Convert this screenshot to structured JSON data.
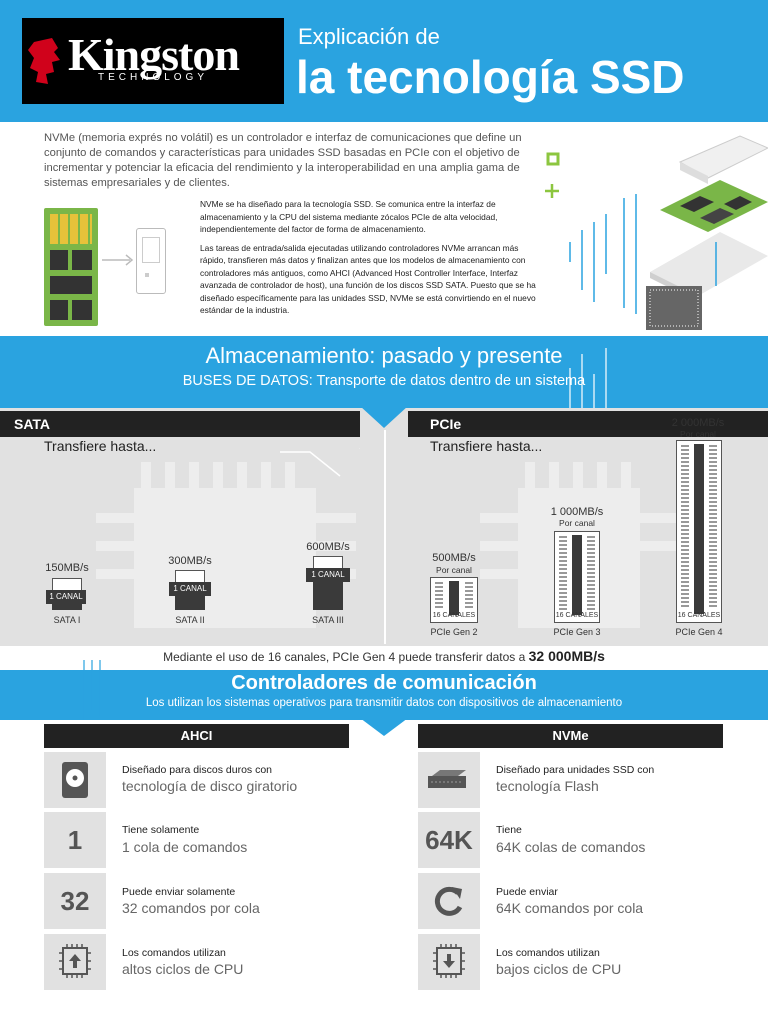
{
  "header": {
    "logo_text": "Kingston",
    "logo_sub": "TECHNOLOGY",
    "kicker": "Explicación de",
    "title": "la tecnología SSD"
  },
  "intro": {
    "lead": "NVMe (memoria exprés no volátil) es un controlador e interfaz de comunicaciones que define un conjunto de comandos y características para unidades SSD basadas en PCIe con el objetivo de incrementar y potenciar la eficacia del rendimiento y la interoperabilidad en una amplia gama de sistemas empresariales y de clientes.",
    "p1": "NVMe se ha diseñado para la tecnología SSD. Se comunica entre la interfaz de almacenamiento y la CPU del sistema mediante zócalos PCIe de alta velocidad, independientemente del factor de forma de almacenamiento.",
    "p2": "Las tareas de entrada/salida ejecutadas utilizando controladores NVMe arrancan más rápido, transfieren más datos y finalizan antes que los modelos de almacenamiento con controladores más antiguos, como AHCI (Advanced Host Controller Interface, Interfaz avanzada de controlador de host), una función de los discos SSD SATA. Puesto que se ha diseñado específicamente para las unidades SSD, NVMe se está convirtiendo en el nuevo estándar de la industria."
  },
  "storage": {
    "title": "Almacenamiento: pasado y presente",
    "subtitle": "BUSES DE DATOS: Transporte de datos dentro de un sistema",
    "sata": {
      "label": "SATA",
      "transfer": "Transfiere hasta...",
      "items": [
        {
          "speed": "150MB/s",
          "channel": "1 CANAL",
          "name": "SATA I"
        },
        {
          "speed": "300MB/s",
          "channel": "1 CANAL",
          "name": "SATA II"
        },
        {
          "speed": "600MB/s",
          "channel": "1 CANAL",
          "name": "SATA III"
        }
      ]
    },
    "pcie": {
      "label": "PCIe",
      "transfer": "Transfiere hasta...",
      "items": [
        {
          "speed": "500MB/s",
          "per": "Por canal",
          "channels": "16 CANALES",
          "name": "PCIe Gen 2"
        },
        {
          "speed": "1 000MB/s",
          "per": "Por canal",
          "channels": "16 CANALES",
          "name": "PCIe Gen 3"
        },
        {
          "speed": "2 000MB/s",
          "per": "Por canal",
          "channels": "16 CANALES",
          "name": "PCIe Gen 4"
        }
      ]
    },
    "note_text": "Mediante el uso de 16 canales, PCIe Gen 4 puede transferir datos a ",
    "note_value": "32 000MB/s"
  },
  "controllers": {
    "title": "Controladores de comunicación",
    "subtitle": "Los utilizan los sistemas operativos para transmitir datos con dispositivos de almacenamiento",
    "ahci": {
      "header": "AHCI",
      "rows": [
        {
          "tile": "",
          "icon": "hard-disk-icon",
          "label": "Diseñado para discos duros con",
          "value": "tecnología de disco giratorio"
        },
        {
          "tile": "1",
          "icon": "",
          "label": "Tiene solamente",
          "value": "1 cola de comandos"
        },
        {
          "tile": "32",
          "icon": "",
          "label": "Puede enviar solamente",
          "value": "32 comandos por cola"
        },
        {
          "tile": "",
          "icon": "cpu-up-icon",
          "label": "Los comandos utilizan",
          "value": "altos ciclos de CPU"
        }
      ]
    },
    "nvme": {
      "header": "NVMe",
      "rows": [
        {
          "tile": "",
          "icon": "ssd-icon",
          "label": "Diseñado para unidades SSD con",
          "value": "tecnología Flash"
        },
        {
          "tile": "64K",
          "icon": "",
          "label": "Tiene",
          "value": "64K colas de comandos"
        },
        {
          "tile": "",
          "icon": "refresh-icon",
          "label": "Puede enviar",
          "value": "64K comandos por cola"
        },
        {
          "tile": "",
          "icon": "cpu-down-icon",
          "label": "Los comandos utilizan",
          "value": "bajos ciclos de CPU"
        }
      ]
    }
  },
  "colors": {
    "brand_blue": "#2aa3e0",
    "dark": "#222222",
    "panel_gray": "#e1e1e1",
    "pcb_green": "#7ab648"
  }
}
